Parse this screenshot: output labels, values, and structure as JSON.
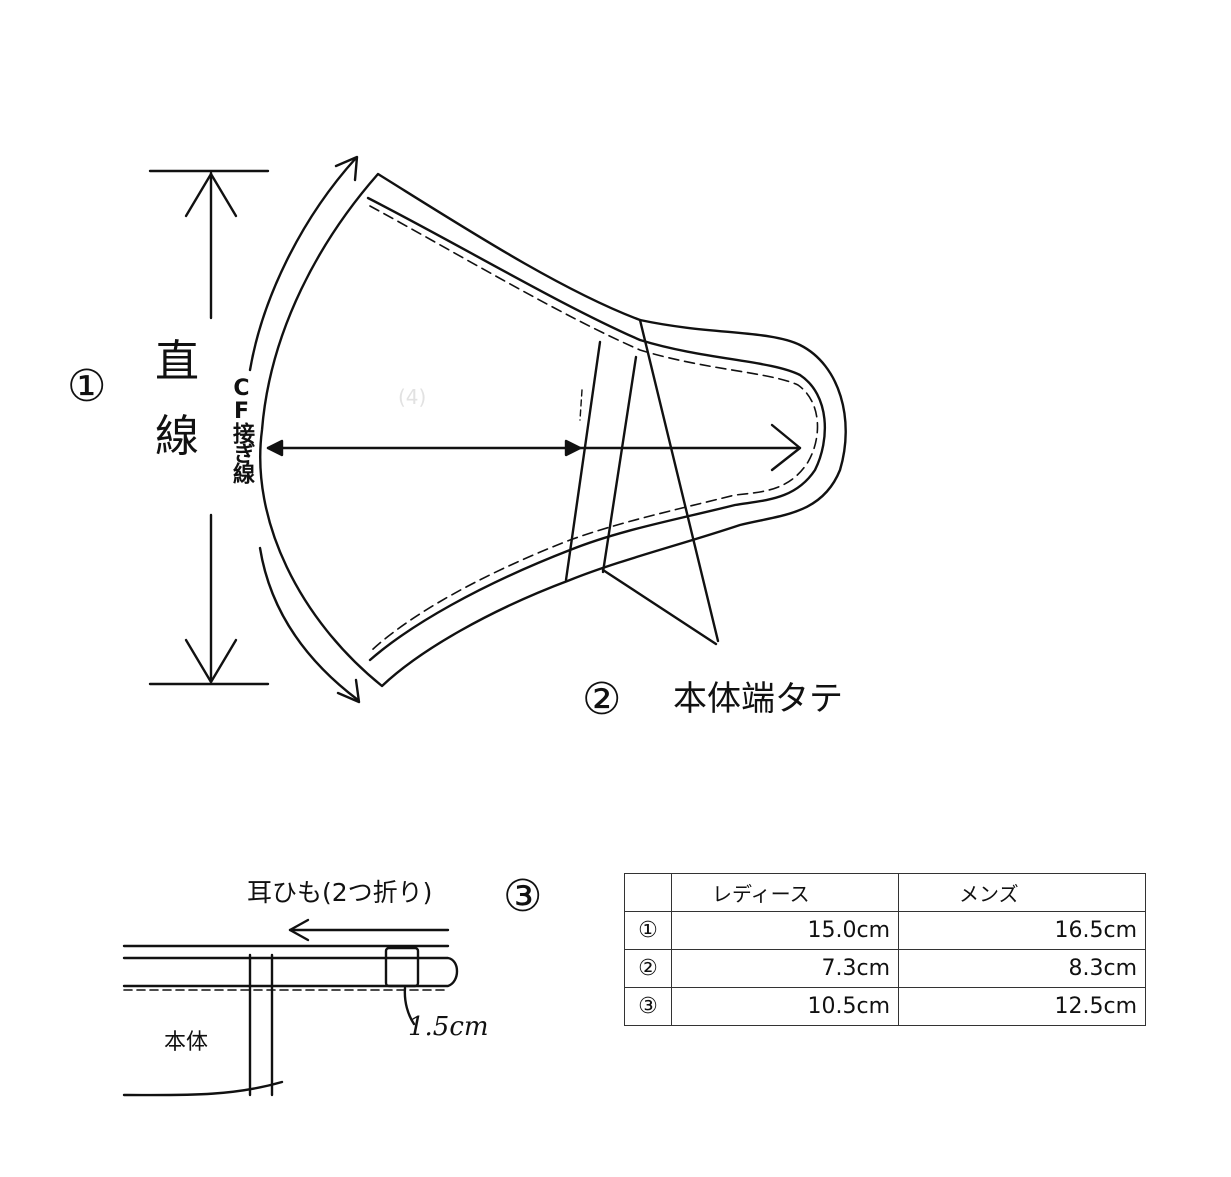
{
  "diagram": {
    "marker_1": "①",
    "marker_2": "②",
    "marker_3": "③",
    "vertical_label_1": "直",
    "vertical_label_2": "線",
    "cf_label": "CF接ぎ線",
    "faint_mark": "(4)",
    "edge_label": "本体端タテ",
    "ear_loop_label": "耳ひも(2つ折り)",
    "body_label": "本体",
    "loop_measure": "1.5cm"
  },
  "table": {
    "headers": [
      "",
      "レディース",
      "メンズ"
    ],
    "rows": [
      {
        "label": "①",
        "ladies": "15.0cm",
        "mens": "16.5cm"
      },
      {
        "label": "②",
        "ladies": "7.3cm",
        "mens": "8.3cm"
      },
      {
        "label": "③",
        "ladies": "10.5cm",
        "mens": "12.5cm"
      }
    ]
  }
}
